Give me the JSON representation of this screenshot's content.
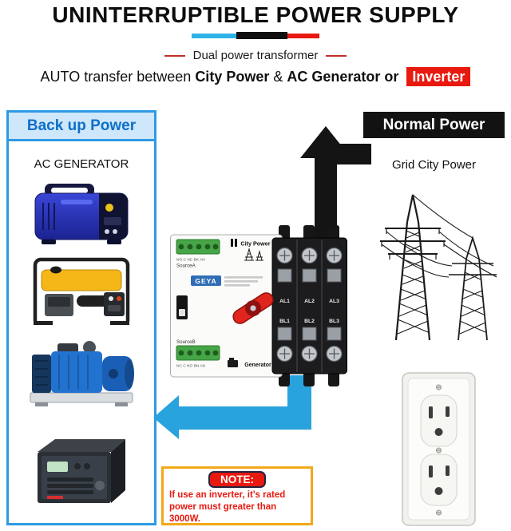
{
  "colors": {
    "accent_blue": "#2e9ae2",
    "panel_header_bg": "#cfe7fa",
    "panel_header_text": "#0d6fc8",
    "arrow_blue": "#29a3dd",
    "arrow_black": "#141414",
    "highlight_red": "#e8190f",
    "note_border_yellow": "#f2a818",
    "normal_header_bg": "#121212"
  },
  "header": {
    "title": "UNINTERRUPTIBLE POWER SUPPLY",
    "subtitle": "Dual power transformer",
    "tagline_part1": "AUTO transfer between ",
    "tagline_city": "City Power",
    "tagline_amp": " & ",
    "tagline_gen": "AC Generator",
    "tagline_or": " or ",
    "tagline_inverter": "Inverter"
  },
  "backup_panel": {
    "title": "Back up Power",
    "label": "AC GENERATOR",
    "items": [
      "inverter-generator",
      "gasoline-generator",
      "diesel-generator",
      "power-inverter"
    ]
  },
  "normal_panel": {
    "title": "Normal Power",
    "label": "Grid City Power"
  },
  "device": {
    "brand": "GEYA",
    "top_label": "City Power",
    "source_a": "SourceA",
    "source_b": "SourceB",
    "bottom_label": "Generator",
    "terminal_tiny_top": "NO C NC BK AN",
    "terminal_tiny_bottom": "NC C NO BN AN",
    "terminals_row1": [
      "AL1",
      "AL2",
      "AL3"
    ],
    "terminals_row2": [
      "BL1",
      "BL2",
      "BL3"
    ]
  },
  "note": {
    "label": "NOTE:",
    "text": "If use an inverter, it's rated power must greater than 3000W."
  }
}
